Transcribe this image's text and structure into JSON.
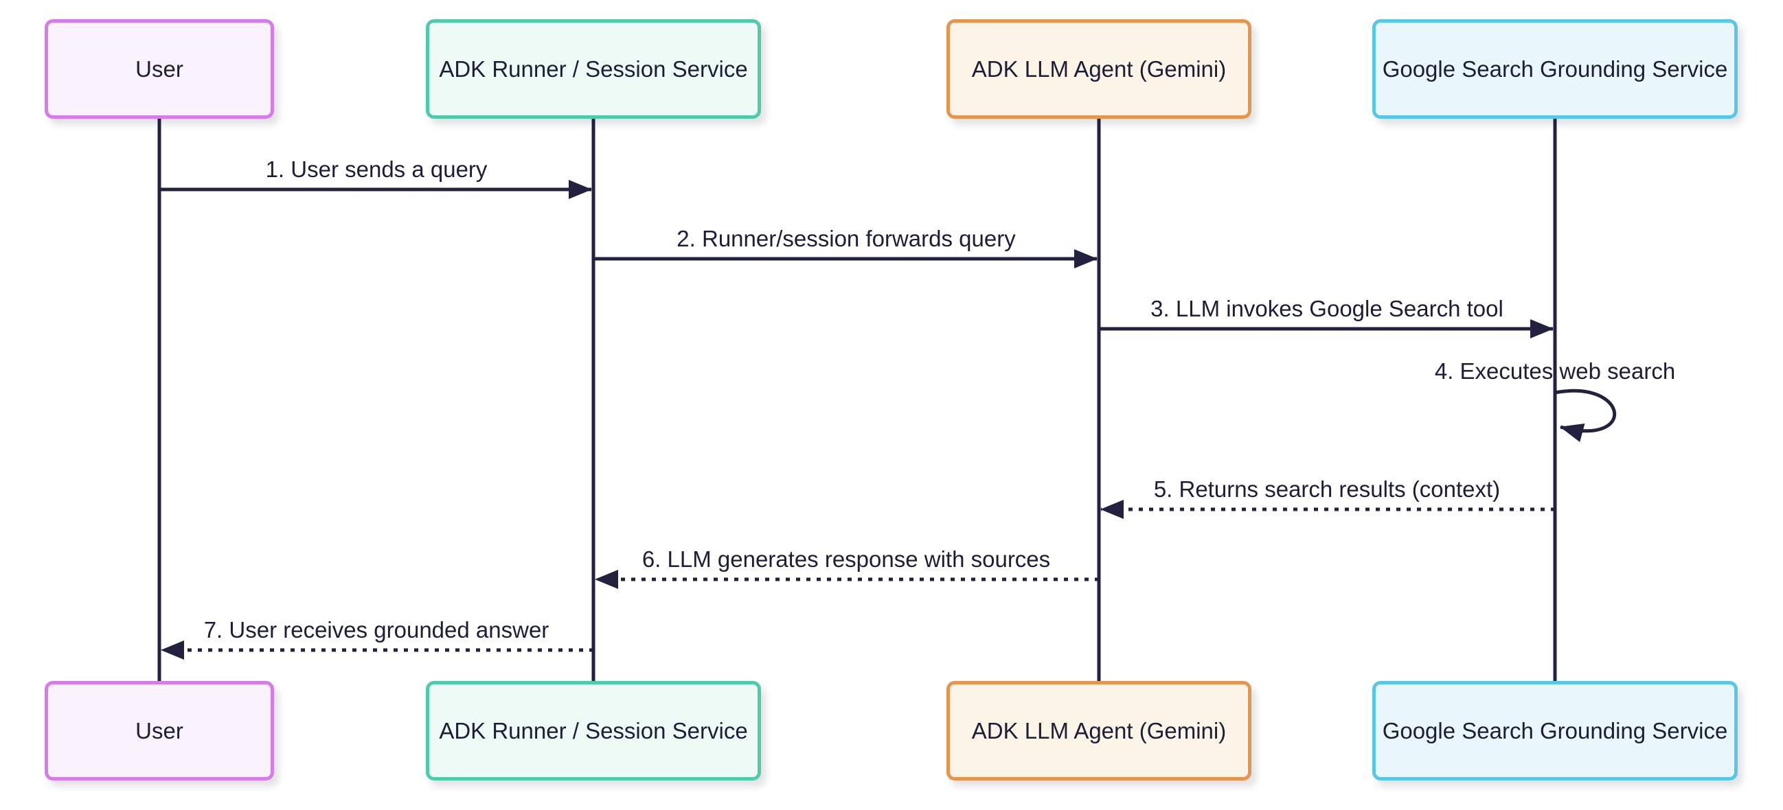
{
  "diagram": {
    "type": "sequence-diagram",
    "background_color": "#ffffff",
    "line_color": "#222240",
    "text_color": "#1d1d38"
  },
  "actors": [
    {
      "id": "user",
      "label": "User",
      "border_color": "#d57bec",
      "fill_color": "#faf2fd"
    },
    {
      "id": "adk-runner",
      "label": "ADK Runner / Session Service",
      "border_color": "#4dcbab",
      "fill_color": "#edfaf5"
    },
    {
      "id": "adk-llm-agent",
      "label": "ADK LLM Agent (Gemini)",
      "border_color": "#e6954e",
      "fill_color": "#fdf4e8"
    },
    {
      "id": "google-search",
      "label": "Google Search Grounding Service",
      "border_color": "#56c7e8",
      "fill_color": "#e9f7fc"
    }
  ],
  "messages": [
    {
      "label": "1. User sends a query",
      "from": "user",
      "to": "adk-runner",
      "style": "solid"
    },
    {
      "label": "2. Runner/session forwards query",
      "from": "adk-runner",
      "to": "adk-llm-agent",
      "style": "solid"
    },
    {
      "label": "3. LLM invokes Google Search tool",
      "from": "adk-llm-agent",
      "to": "google-search",
      "style": "solid"
    },
    {
      "label": "4. Executes web search",
      "from": "google-search",
      "to": "google-search",
      "style": "self-loop"
    },
    {
      "label": "5. Returns search results (context)",
      "from": "google-search",
      "to": "adk-llm-agent",
      "style": "dotted"
    },
    {
      "label": "6. LLM generates response with sources",
      "from": "adk-llm-agent",
      "to": "adk-runner",
      "style": "dotted"
    },
    {
      "label": "7. User receives grounded answer",
      "from": "adk-runner",
      "to": "user",
      "style": "dotted"
    }
  ]
}
